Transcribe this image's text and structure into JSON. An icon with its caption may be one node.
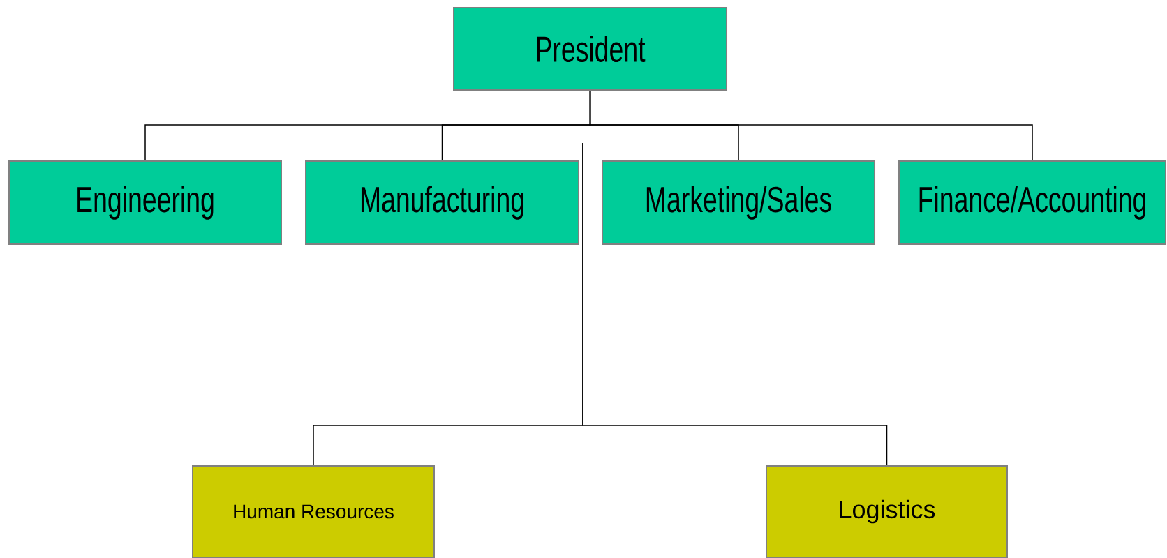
{
  "diagram": {
    "nodes": [
      {
        "text": [
          "President"
        ]
      },
      {
        "text": [
          "Engineering"
        ]
      },
      {
        "text": [
          "Manufacturing"
        ]
      },
      {
        "text": [
          "Marketing/Sales"
        ]
      },
      {
        "text": [
          "Finance/Accounting"
        ]
      },
      {
        "text": [
          "Human Resources"
        ]
      },
      {
        "text": [
          "Logistics"
        ]
      }
    ],
    "edges": [
      {
        "from": 0,
        "to": 1,
        "arrow": "none"
      },
      {
        "from": 0,
        "to": 2,
        "arrow": "none"
      },
      {
        "from": 0,
        "to": 3,
        "arrow": "none"
      },
      {
        "from": 0,
        "to": 4,
        "arrow": "none"
      },
      {
        "from": null,
        "to": 5,
        "arrow": "none"
      },
      {
        "from": null,
        "to": 6,
        "arrow": "none"
      }
    ]
  }
}
